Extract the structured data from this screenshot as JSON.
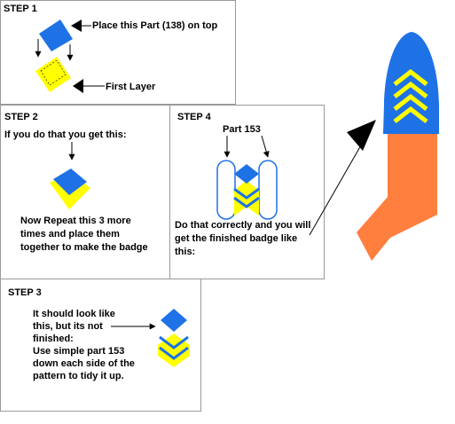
{
  "step1": {
    "title": "STEP 1",
    "callout_top": "Place this Part (138) on top",
    "callout_bottom": "First Layer"
  },
  "step2": {
    "title": "STEP 2",
    "intro": "If you do that you get this:",
    "repeat_text": "Now Repeat this 3 more times and place them together to make the badge"
  },
  "step4": {
    "title": "STEP 4",
    "part_label": "Part 153",
    "result_text": "Do  that correctly and you will get the finished badge like this:"
  },
  "step3": {
    "title": "STEP 3",
    "text_1": "It should look like this, but its not finished:",
    "text_2": "Use simple part 153 down each side of the pattern to tidy it up."
  },
  "colors": {
    "blue": "#1e72e6",
    "yellow": "#ffff00",
    "orange": "#ff7f3f",
    "border": "#9a9a9a"
  }
}
